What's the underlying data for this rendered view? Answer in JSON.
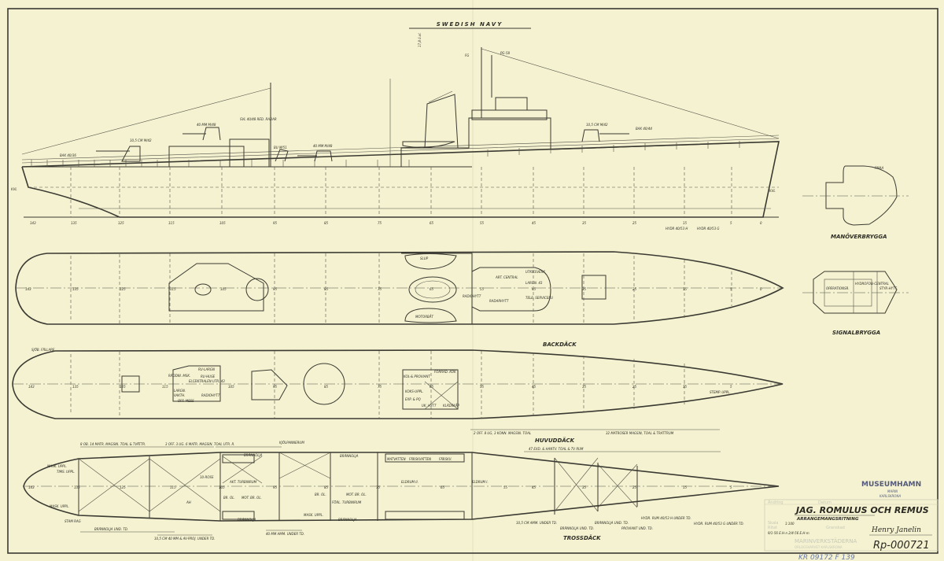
{
  "title_block": {
    "ship": "JAG. ROMULUS OCH REMUS",
    "drawing_type": "ARRANGEMANGSRITNING",
    "scale": "1:100",
    "revision_note": "9/1-56 E.H-n 2/4-56 E.H-m",
    "drawing_number": "Rp-000721",
    "signature": "Henry Janelin",
    "archive_ref": "KR 09172   F 139",
    "stamp": [
      "MUSEUMHAMN",
      "MARIN",
      "KARLSKRONA"
    ],
    "faint_labels": [
      "Ändring",
      "Datum",
      "Skala",
      "Ritat",
      "Granskad",
      "MARINVERKSTÄDERNA",
      "ORLOGSVARVET KARLSKRONA"
    ]
  },
  "top_heading": "SWEDISH NAVY",
  "profile": {
    "height_note": "17,8 ö.vl.",
    "frames": [
      "143",
      "135",
      "125",
      "115",
      "105",
      "95",
      "85",
      "75",
      "65",
      "55",
      "45",
      "35",
      "25",
      "15",
      "5",
      "0"
    ],
    "labels": {
      "bak": "BAK 40/36",
      "mach": "10,5 CM M/42",
      "gun40": "40 MM M/48",
      "rad": "SVL 40/48 RED. RADAR",
      "bu": "BU M/51",
      "gun_mid": "40 MM M/48",
      "fg": "FG",
      "pg": "PG-58",
      "fwd_gun": "10,5 CM M/42",
      "bak_fwd": "BAK 40/44",
      "kvl_aft": "KVL",
      "kvl_fwd": "KVL",
      "hydr1": "HYDR 40/53 H",
      "hydr2": "HYDR 40/53 G"
    }
  },
  "backdack": {
    "caption": "BACKDÄCK",
    "frames": [
      "143",
      "135",
      "125",
      "115",
      "105",
      "95",
      "85",
      "75",
      "65",
      "55",
      "45",
      "35",
      "25",
      "15",
      "5",
      "0"
    ],
    "rooms": [
      "SLUP",
      "MOTORBÅT",
      "ART. CENTRAL",
      "UTKIKSVERK",
      "LARGN. 43",
      "RADIOHYTT",
      "RADARHYTT",
      "TELE. SERVICERU"
    ]
  },
  "huvuddack": {
    "caption": "HUVUDDÄCK",
    "frames": [
      "143",
      "135",
      "125",
      "115",
      "105",
      "95",
      "85",
      "75",
      "65",
      "55",
      "45",
      "35",
      "25",
      "15",
      "5"
    ],
    "rooms": [
      "SJÖB. FÄLLARE",
      "RU-LARGN",
      "RÄDDNI. MSK.",
      "RU-HUSE",
      "ELCENTRALEN UTR. 43",
      "LARGN.",
      "VAKTH.",
      "OFF. MESS",
      "RADIOHYTT",
      "KOL-& PROVIANT",
      "FÖRRÅD. KÖK",
      "KOKS-UPPL.",
      "EXP. & PQ",
      "UK. HYTT",
      "KLÄDSKÅP",
      "STEMP. UPPL."
    ],
    "dims": [
      "2 OFF. 8 UG, 3 KONN. MAGSIN. TOAL",
      "32 MATROSER MAGSIN, TOAL & TRATTRUM"
    ]
  },
  "trossdack": {
    "caption": "TROSSDÄCK",
    "frames": [
      "143",
      "135",
      "125",
      "115",
      "105",
      "95",
      "85",
      "75",
      "65",
      "55",
      "45",
      "35",
      "25",
      "15",
      "5"
    ],
    "rooms": [
      "MASK. UPPL.",
      "TIMS. UPPL.",
      "MASK. UPPL.",
      "STAM RAG",
      "BRÄNNOLJA",
      "AKT. TURBINRUM",
      "BR. OL.",
      "MOT. BR. OL.",
      "BRÄNNOLJA",
      "FÖRL. TURBINRUM",
      "MATVATTEN",
      "FÄRSKVATTEN",
      "FÄRSKV.",
      "ELDRUM II.",
      "ELDRUM I.",
      "MASK. UPPL.",
      "BR. OL.",
      "MOT. BR. OL.",
      "BRÄNNOLJA",
      "KJÖLPANNERUM",
      "10-ROSS",
      "AH",
      "BRÄNNOLJA"
    ],
    "dims": [
      "8 OB. 14 MATR. MAGSIN. TOAL & TVÄTTR.",
      "3 OFF. 3 UG. 6 MATR. MAGSIN. TOAL UTR. R.",
      "BRÄNNOLJA UND. TD.",
      "10,5 CM 40 MM & AV-PROJ. UNDER TD.",
      "40 MM AMM. UNDER TD.",
      "47 EXD. & HANTV. TOAL & TV RUM",
      "10,5 CM AMM. UNDER TD.",
      "BRÄNNOLJA UND. TD.",
      "BRÄNNOLJA UND. TD.",
      "PROVIANT UND. TD.",
      "HYDR. RUM 40/53 H UNDER TD.",
      "HYDR. RUM 40/53 G UNDER TD."
    ]
  },
  "manoverbrygga": {
    "caption": "MANÖVERBRYGGA",
    "label": "FMAA"
  },
  "signalbrygga": {
    "caption": "SIGNALBRYGGA",
    "rooms": [
      "OPERATIONSR.",
      "HYDROFON-CENTRAL",
      "STYR-HYTT"
    ]
  }
}
